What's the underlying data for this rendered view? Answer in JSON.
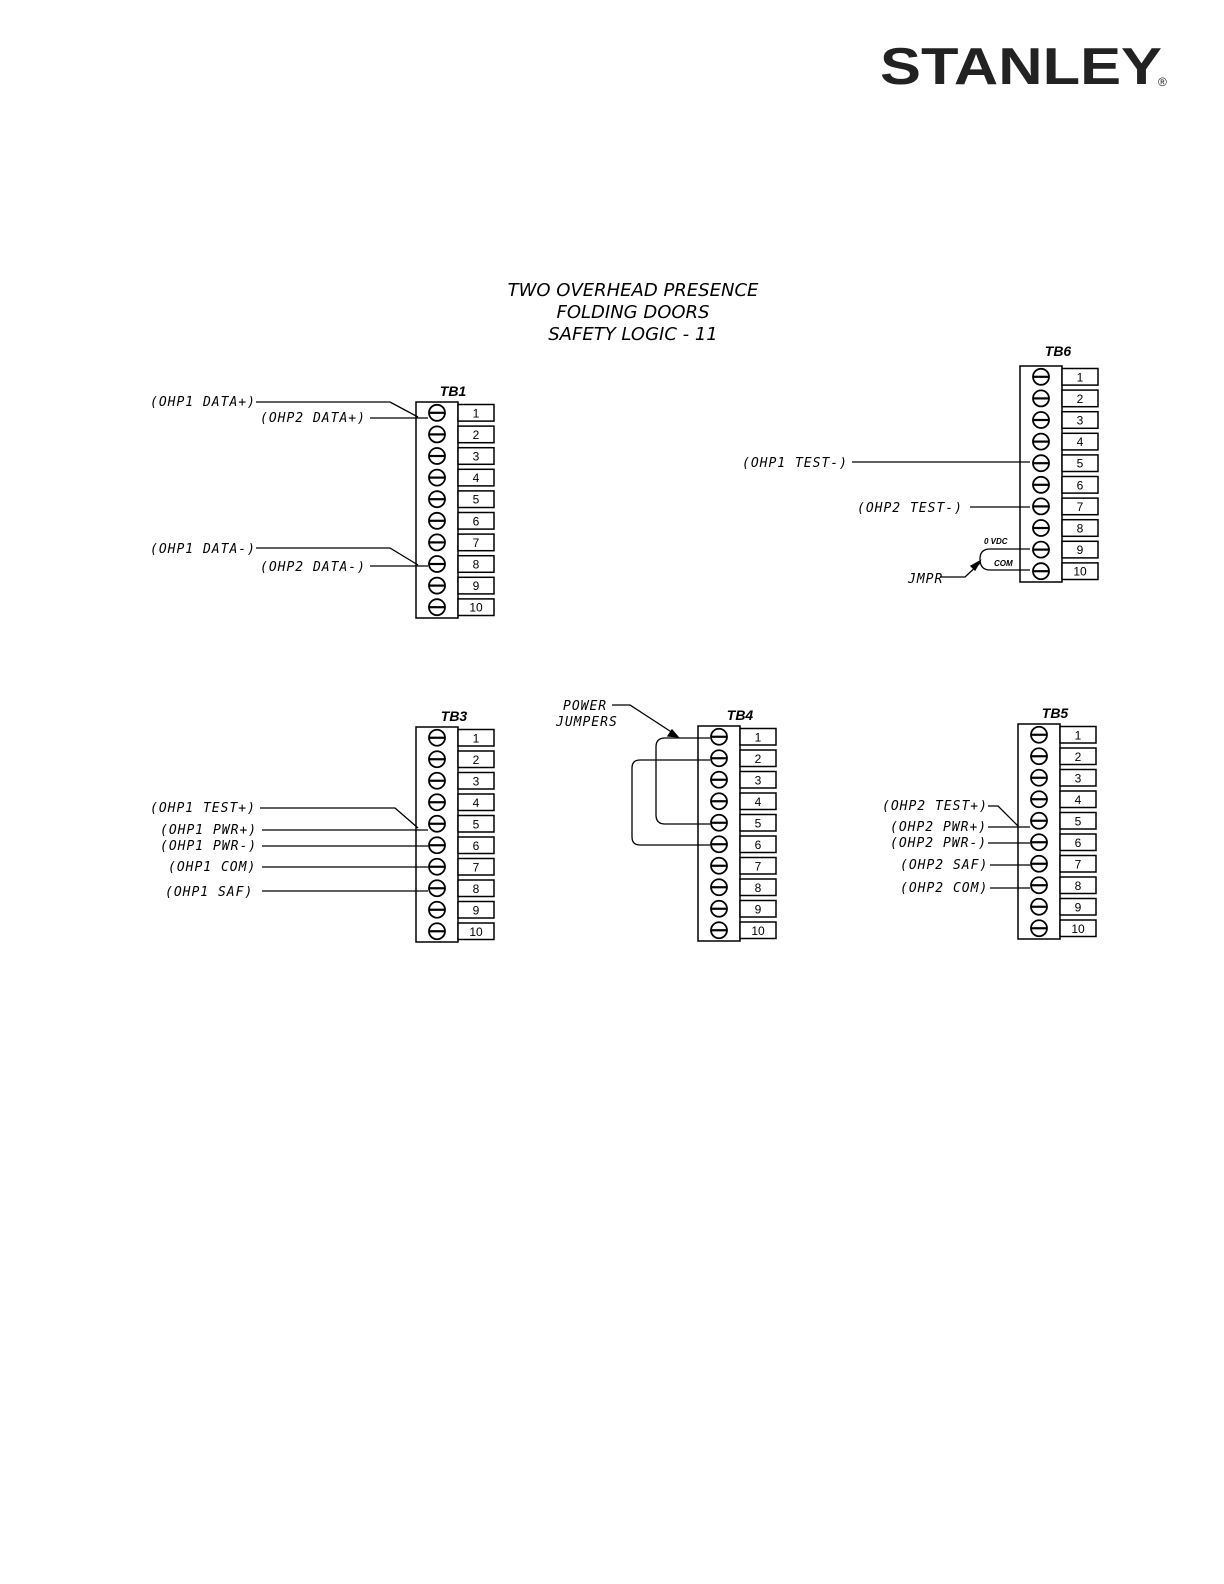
{
  "brand": {
    "name": "STANLEY",
    "registered": "®"
  },
  "title": {
    "line1": "TWO OVERHEAD PRESENCE",
    "line2": "FOLDING DOORS",
    "line3": "SAFETY LOGIC - 11"
  },
  "terminals": [
    "1",
    "2",
    "3",
    "4",
    "5",
    "6",
    "7",
    "8",
    "9",
    "10"
  ],
  "tb1": {
    "name": "TB1",
    "labels": {
      "ohp1_data_plus": "(OHP1 DATA+)",
      "ohp2_data_plus": "(OHP2 DATA+)",
      "ohp1_data_minus": "(OHP1 DATA-)",
      "ohp2_data_minus": "(OHP2 DATA-)"
    }
  },
  "tb6": {
    "name": "TB6",
    "labels": {
      "ohp1_test_minus": "(OHP1 TEST-)",
      "ohp2_test_minus": "(OHP2 TEST-)",
      "vdc": "0 VDC",
      "com": "COM",
      "jmpr": "JMPR"
    }
  },
  "tb3": {
    "name": "TB3",
    "labels": {
      "ohp1_test_plus": "(OHP1 TEST+)",
      "ohp1_pwr_plus": "(OHP1 PWR+)",
      "ohp1_pwr_minus": "(OHP1 PWR-)",
      "ohp1_com": "(OHP1 COM)",
      "ohp1_saf": "(OHP1 SAF)"
    }
  },
  "tb4": {
    "name": "TB4",
    "labels": {
      "power": "POWER",
      "jumpers": "JUMPERS"
    }
  },
  "tb5": {
    "name": "TB5",
    "labels": {
      "ohp2_test_plus": "(OHP2 TEST+)",
      "ohp2_pwr_plus": "(OHP2 PWR+)",
      "ohp2_pwr_minus": "(OHP2 PWR-)",
      "ohp2_saf": "(OHP2 SAF)",
      "ohp2_com": "(OHP2 COM)"
    }
  }
}
